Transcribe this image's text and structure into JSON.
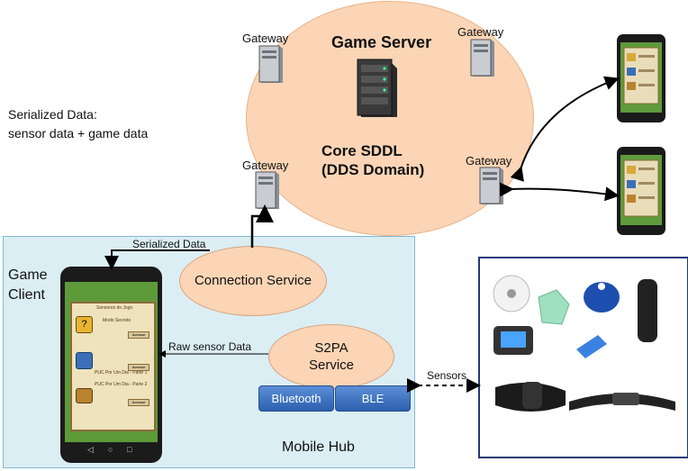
{
  "game_server": {
    "title": "Game Server",
    "core_line1": "Core SDDL",
    "core_line2": "(DDS Domain)"
  },
  "gateways": [
    "Gateway",
    "Gateway",
    "Gateway",
    "Gateway"
  ],
  "serialized_note": {
    "line1": "Serialized Data:",
    "line2": "sensor data + game data"
  },
  "mobile_hub": {
    "title": "Mobile Hub",
    "game_client_line1": "Game",
    "game_client_line2": "Client",
    "connection_service": "Connection Service",
    "s2pa_line1": "S2PA",
    "s2pa_line2": "Service",
    "bluetooth": "Bluetooth",
    "ble": "BLE",
    "serialized_data_label": "Serialized Data",
    "raw_sensor_label": "Raw sensor Data"
  },
  "sensors_label": "Sensors",
  "phone_screen": {
    "header": "Sensores do Jogo",
    "rows": [
      {
        "title": "Modo Secreto",
        "button": "Acessar"
      },
      {
        "title": "PUC Por Um Dia - Parte 1",
        "button": "Acessar"
      },
      {
        "title": "PUC Por Um Dia - Parte 2",
        "button": "Acessar"
      }
    ]
  },
  "colors": {
    "ellipse": "#fbd5b5",
    "hub_bg": "#dbeef4",
    "button_blue": "#2c5fae",
    "sensor_border": "#1f3a78"
  }
}
